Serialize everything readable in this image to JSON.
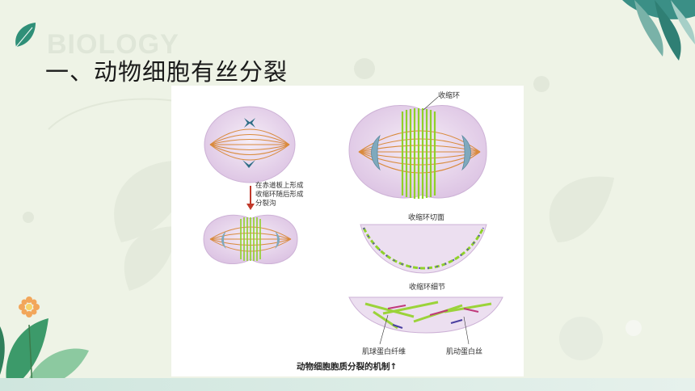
{
  "watermark": "BIOLOGY",
  "title": "一、动物细胞有丝分裂",
  "figure": {
    "label_ring": "收缩环",
    "label_arrow": "在赤道板上形成收缩环随后形成分裂沟",
    "label_section": "收缩环切面",
    "label_detail": "收缩环细节",
    "label_myosin": "肌球蛋白纤维",
    "label_actin": "肌动蛋白丝",
    "caption": "动物细胞胞质分裂的机制↑"
  },
  "colors": {
    "background": "#eef3e6",
    "cell_fill": "#e8d6ee",
    "spindle": "#d98a3c",
    "ring": "#8fd12a",
    "chromosome": "#2f6e86",
    "arrow": "#c0392b"
  }
}
